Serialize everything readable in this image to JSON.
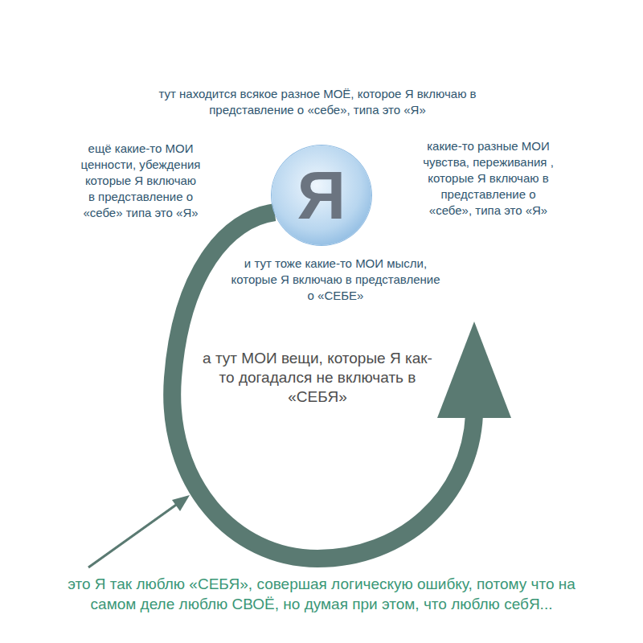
{
  "diagram": {
    "caption": "это Я так люблю «СЕБЯ», совершая логическую ошибку, потому что на самом деле люблю СВОЁ, но думая при этом, что люблю себЯ...",
    "nodes": [
      {
        "text": [
          "тут находится всякое разное МОЁ, которое Я включаю в представление о «себе», типа это «Я»",
          "ещё какие-то МОИ ценности, убеждения которые Я включаю в представление о «себе» типа это «Я»",
          "какие-то разные МОИ чувства, переживания , которые Я включаю в представление о «себе», типа это «Я»",
          "и тут тоже какие-то МОИ мысли, которые Я включаю в представление о «СЕБЕ»"
        ]
      },
      {
        "text": [
          "Я"
        ],
        "in": 0
      },
      {
        "text": [
          "а тут МОИ вещи, которые Я как-то догадался не включать в «СЕБЯ»"
        ]
      }
    ],
    "edges": [
      {
        "from": 1,
        "to": 0,
        "arrow": "to"
      }
    ]
  }
}
